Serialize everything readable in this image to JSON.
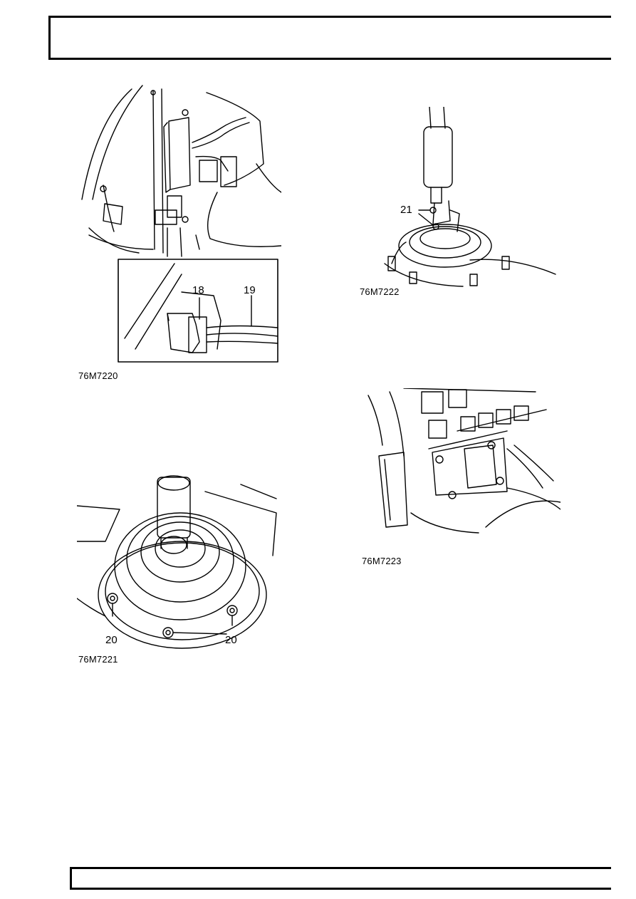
{
  "figures": [
    {
      "id": "fig1",
      "caption": "76M7220",
      "callouts": [
        "18",
        "19"
      ]
    },
    {
      "id": "fig2",
      "caption": "76M7221",
      "callouts": [
        "20",
        "20"
      ]
    },
    {
      "id": "fig3",
      "caption": "76M7222",
      "callouts": [
        "21"
      ]
    },
    {
      "id": "fig4",
      "caption": "76M7223",
      "callouts": []
    }
  ]
}
